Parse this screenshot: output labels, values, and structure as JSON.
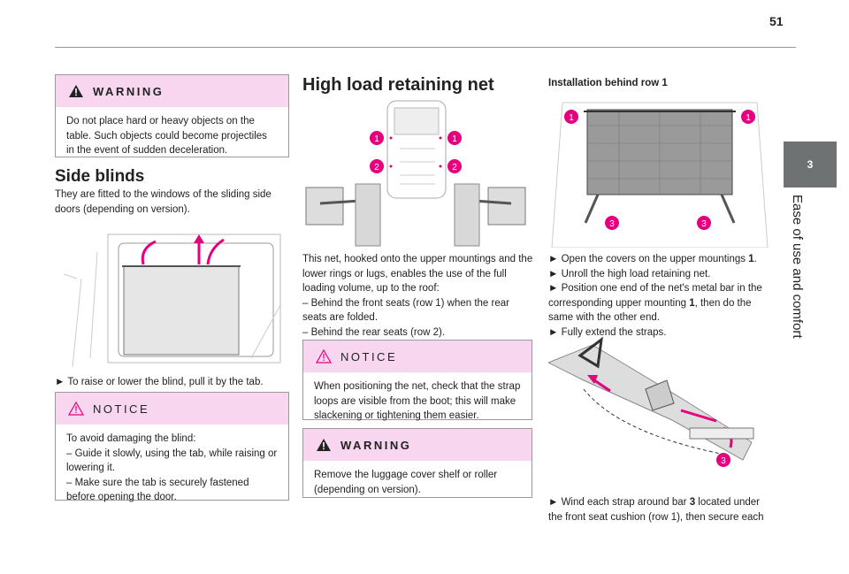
{
  "page": {
    "number": "51"
  },
  "side_tab": {
    "chapter": "3",
    "title": "Ease of use and comfort"
  },
  "col1": {
    "warning": {
      "label": "WARNING",
      "text": "Do not place hard or heavy objects on the table. Such objects could become projectiles in the event of sudden deceleration."
    },
    "side_blinds": {
      "heading": "Side blinds",
      "intro": "They are fitted to the windows of the sliding side doors (depending on version).",
      "step": "► To raise or lower the blind, pull it by the tab."
    },
    "notice": {
      "label": "NOTICE",
      "lines": [
        "To avoid damaging the blind:",
        "– Guide it slowly, using the tab, while raising or lowering it.",
        "– Make sure the tab is securely fastened before opening the door."
      ]
    }
  },
  "col2": {
    "heading": "High load retaining net",
    "figure_labels": {
      "one": "1",
      "two": "2"
    },
    "intro_lines": [
      "This net, hooked onto the upper mountings and the lower rings or lugs, enables the use of the full loading volume, up to the roof:",
      "– Behind the front seats (row 1) when the rear seats are folded.",
      "– Behind the rear seats (row 2)."
    ],
    "notice": {
      "label": "NOTICE",
      "text": "When positioning the net, check that the strap loops are visible from the boot; this will make slackening or tightening them easier."
    },
    "warning": {
      "label": "WARNING",
      "text": "Remove the luggage cover shelf or roller (depending on version)."
    }
  },
  "col3": {
    "subheading": "Installation behind row 1",
    "figure_labels": {
      "one": "1",
      "three": "3"
    },
    "steps": [
      {
        "before": "► Open the covers on the upper mountings ",
        "bold": "1",
        "after": "."
      },
      {
        "before": "► Unroll the high load retaining net.",
        "bold": "",
        "after": ""
      },
      {
        "before": "► Position one end of the net's metal bar in the corresponding upper mounting ",
        "bold": "1",
        "after": ", then do the same with the other end."
      },
      {
        "before": "► Fully extend the straps.",
        "bold": "",
        "after": ""
      }
    ],
    "final": {
      "before": "► Wind each strap around bar ",
      "bold": "3",
      "after": " located under the front seat cushion (row 1), then secure each"
    }
  },
  "colors": {
    "accent": "#e6007e",
    "box_header": "#f8d6f0",
    "tab": "#6e7273"
  }
}
